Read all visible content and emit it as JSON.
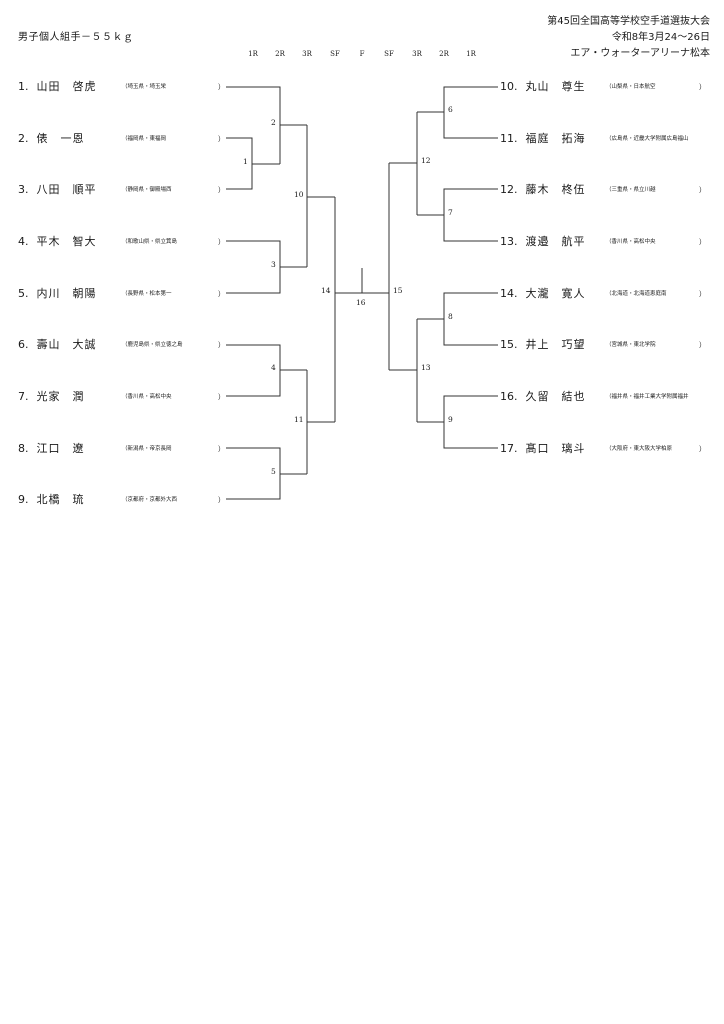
{
  "header": {
    "division": "男子個人組手－５５ｋｇ",
    "tournament": "第45回全国高等学校空手道選抜大会",
    "dates": "令和8年3月24～26日",
    "venue": "エア・ウォーターアリーナ松本"
  },
  "round_labels": [
    "1R",
    "2R",
    "3R",
    "SF",
    "F",
    "SF",
    "3R",
    "2R",
    "1R"
  ],
  "left_entries": [
    {
      "num": "1.",
      "name": "山田　啓虎",
      "affiliation": "（埼玉県・埼玉栄",
      "close": "）"
    },
    {
      "num": "2.",
      "name": "俵　一恩",
      "affiliation": "（福岡県・東福岡",
      "close": "）"
    },
    {
      "num": "3.",
      "name": "八田　順平",
      "affiliation": "（静岡県・御殿場西",
      "close": "）"
    },
    {
      "num": "4.",
      "name": "平木　智大",
      "affiliation": "（和歌山県・県立箕島",
      "close": "）"
    },
    {
      "num": "5.",
      "name": "内川　朝陽",
      "affiliation": "（長野県・松本第一",
      "close": "）"
    },
    {
      "num": "6.",
      "name": "壽山　大誠",
      "affiliation": "（鹿児島県・県立徳之島",
      "close": "）"
    },
    {
      "num": "7.",
      "name": "光家　潤",
      "affiliation": "（香川県・高松中央",
      "close": "）"
    },
    {
      "num": "8.",
      "name": "江口　遼",
      "affiliation": "（新潟県・帝京長岡",
      "close": "）"
    },
    {
      "num": "9.",
      "name": "北橋　琉",
      "affiliation": "（京都府・京都外大西",
      "close": "）"
    }
  ],
  "right_entries": [
    {
      "num": "10.",
      "name": "丸山　尊生",
      "affiliation": "（山梨県・日本航空",
      "close": "）"
    },
    {
      "num": "11.",
      "name": "福庭　拓海",
      "affiliation": "（広島県・近畿大学附属広島福山",
      "close": "）"
    },
    {
      "num": "12.",
      "name": "藤木　柊伍",
      "affiliation": "（三重県・県立川越",
      "close": "）"
    },
    {
      "num": "13.",
      "name": "渡邉　航平",
      "affiliation": "（香川県・高松中央",
      "close": "）"
    },
    {
      "num": "14.",
      "name": "大瀧　寛人",
      "affiliation": "（北海道・北海道恵庭南",
      "close": "）"
    },
    {
      "num": "15.",
      "name": "井上　巧望",
      "affiliation": "（宮城県・東北学院",
      "close": "）"
    },
    {
      "num": "16.",
      "name": "久留　結也",
      "affiliation": "（福井県・福井工業大学附属福井",
      "close": "）"
    },
    {
      "num": "17.",
      "name": "髙口　璃斗",
      "affiliation": "（大阪府・東大阪大学柏原",
      "close": "）"
    }
  ],
  "match_numbers": [
    "1",
    "2",
    "3",
    "4",
    "5",
    "6",
    "7",
    "8",
    "9",
    "10",
    "11",
    "12",
    "13",
    "14",
    "15",
    "16"
  ]
}
